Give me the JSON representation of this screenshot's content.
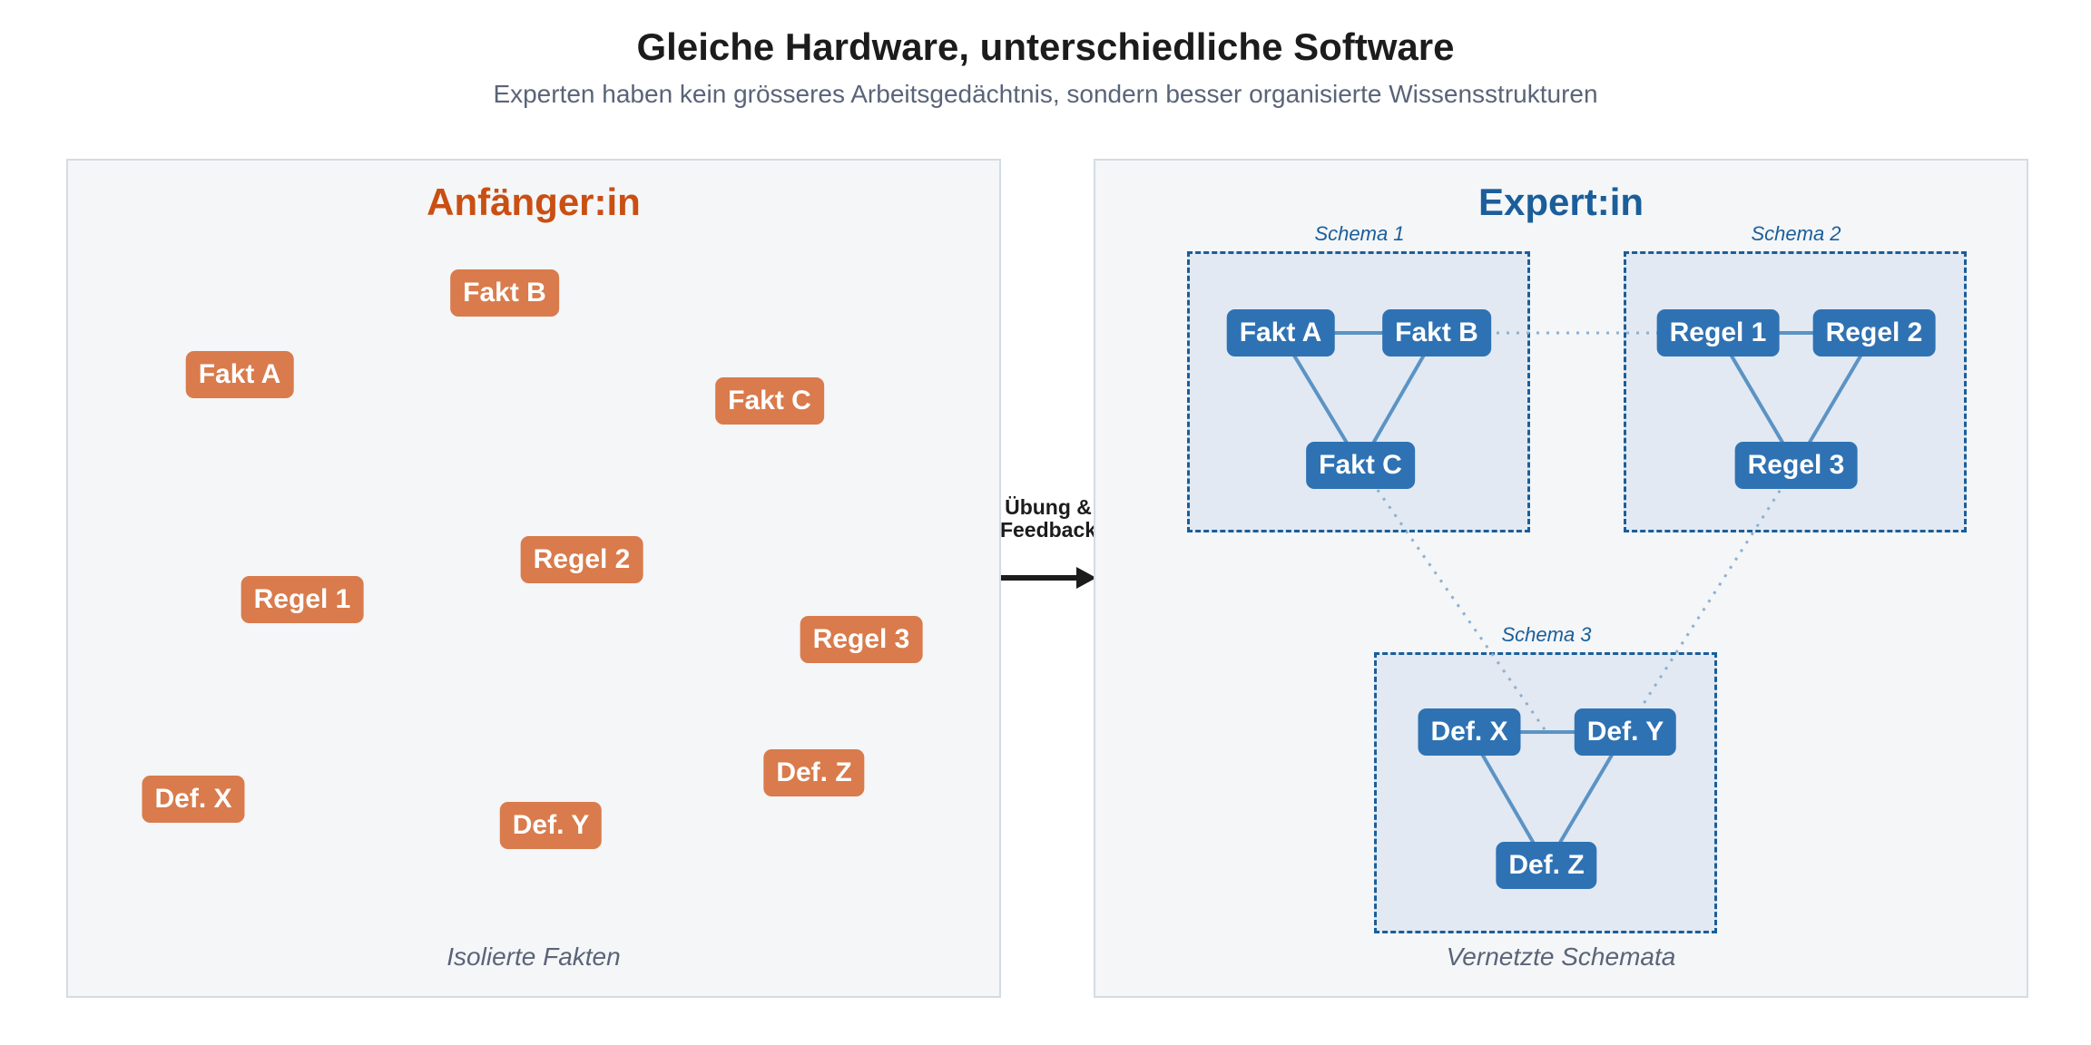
{
  "title": "Gleiche Hardware, unterschiedliche Software",
  "subtitle": "Experten haben kein grösseres Arbeitsgedächtnis, sondern besser organisierte Wissensstrukturen",
  "colors": {
    "novice_accent": "#c94f12",
    "novice_node": "#d97b4c",
    "expert_accent": "#1a5e9a",
    "expert_node": "#2f72b3",
    "panel_bg": "#f4f6f8",
    "schema_bg": "#e2e9f2"
  },
  "novice": {
    "title": "Anfänger:in",
    "caption": "Isolierte Fakten",
    "nodes": [
      "Fakt B",
      "Fakt A",
      "Fakt C",
      "Regel 2",
      "Regel 1",
      "Regel 3",
      "Def. Z",
      "Def. X",
      "Def. Y"
    ]
  },
  "arrow": {
    "label_line1": "Übung &",
    "label_line2": "Feedback"
  },
  "expert": {
    "title": "Expert:in",
    "caption": "Vernetzte Schemata",
    "schemas": [
      {
        "label": "Schema 1",
        "nodes": [
          "Fakt A",
          "Fakt B",
          "Fakt C"
        ]
      },
      {
        "label": "Schema 2",
        "nodes": [
          "Regel 1",
          "Regel 2",
          "Regel 3"
        ]
      },
      {
        "label": "Schema 3",
        "nodes": [
          "Def. X",
          "Def. Y",
          "Def. Z"
        ]
      }
    ]
  }
}
